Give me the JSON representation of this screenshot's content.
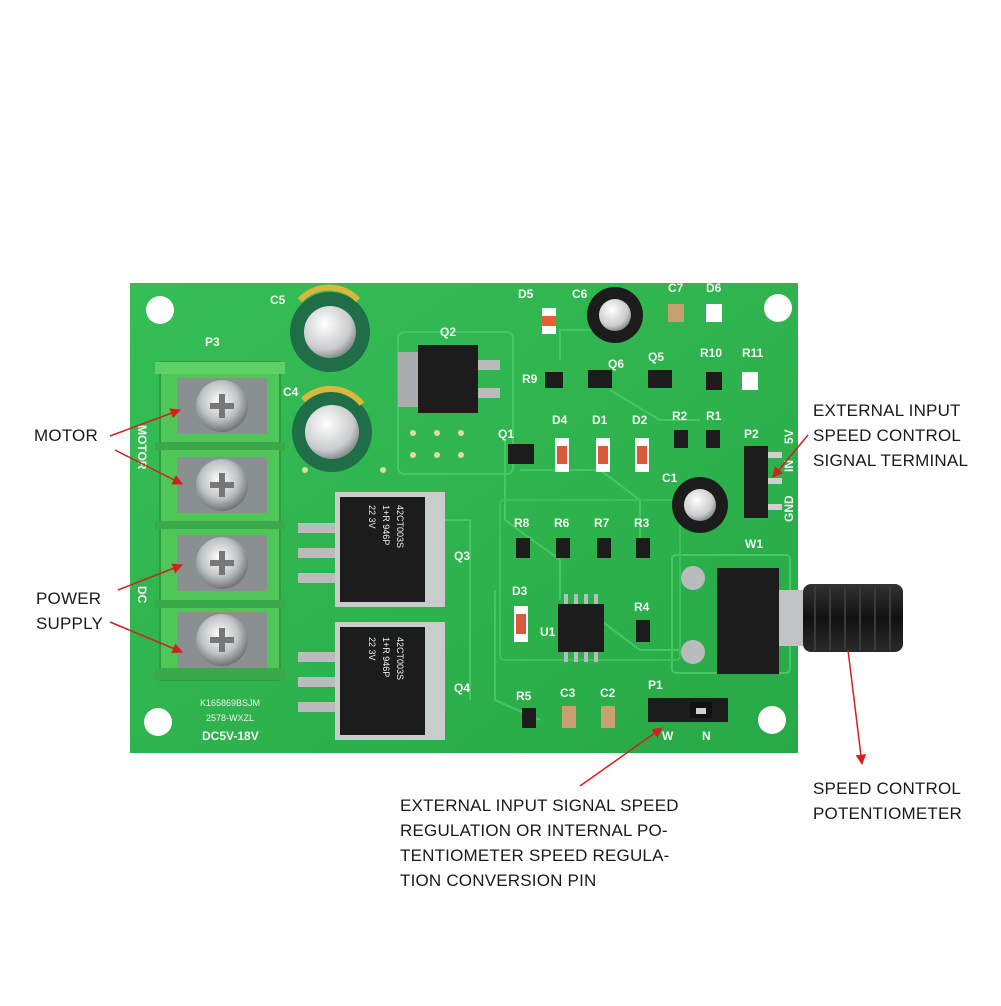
{
  "annotations": {
    "motor": {
      "lines": [
        "MOTOR"
      ]
    },
    "power": {
      "lines": [
        "POWER",
        "SUPPLY"
      ]
    },
    "external_terminal": {
      "lines": [
        "EXTERNAL INPUT",
        "SPEED CONTROL",
        "SIGNAL TERMINAL"
      ]
    },
    "potentiometer": {
      "lines": [
        "SPEED CONTROL",
        "POTENTIOMETER"
      ]
    },
    "conversion_pin": {
      "lines": [
        "EXTERNAL INPUT SIGNAL SPEED",
        "REGULATION OR INTERNAL PO-",
        "TENTIOMETER SPEED REGULA-",
        "TION CONVERSION PIN"
      ]
    }
  },
  "board": {
    "silkscreen": {
      "P3": "P3",
      "C5": "C5",
      "C4": "C4",
      "Q2": "Q2",
      "D5": "D5",
      "C6": "C6",
      "C7": "C7",
      "D6": "D6",
      "Q6": "Q6",
      "Q5": "Q5",
      "R10": "R10",
      "R11": "R11",
      "R9": "R9",
      "D4": "D4",
      "D1": "D1",
      "D2": "D2",
      "R2": "R2",
      "R1": "R1",
      "Q1": "Q1",
      "P2": "P2",
      "C1": "C1",
      "R8": "R8",
      "R6": "R6",
      "R7": "R7",
      "R3": "R3",
      "Q3": "Q3",
      "W1": "W1",
      "D3": "D3",
      "R4": "R4",
      "U1": "U1",
      "Q4": "Q4",
      "R5": "R5",
      "C3": "C3",
      "C2": "C2",
      "P1": "P1",
      "pin_w": "W",
      "pin_n": "N",
      "pin_5v": "5V",
      "pin_in": "IN",
      "pin_gnd": "GND",
      "motor_side": "MOTOR",
      "dc_side": "DC",
      "board_code_1": "K165869BSJM",
      "board_code_2": "2578-WXZL",
      "voltage": "DC5V-18V"
    },
    "mosfet_marking": [
      "42CT003S",
      "1+R 946P",
      "22    3V"
    ]
  },
  "colors": {
    "pcb": "#2fb64f",
    "pcb_dark": "#25a143",
    "terminal": "#4fc758",
    "silk": "#f2f2f2",
    "arrow": "#d22020"
  }
}
